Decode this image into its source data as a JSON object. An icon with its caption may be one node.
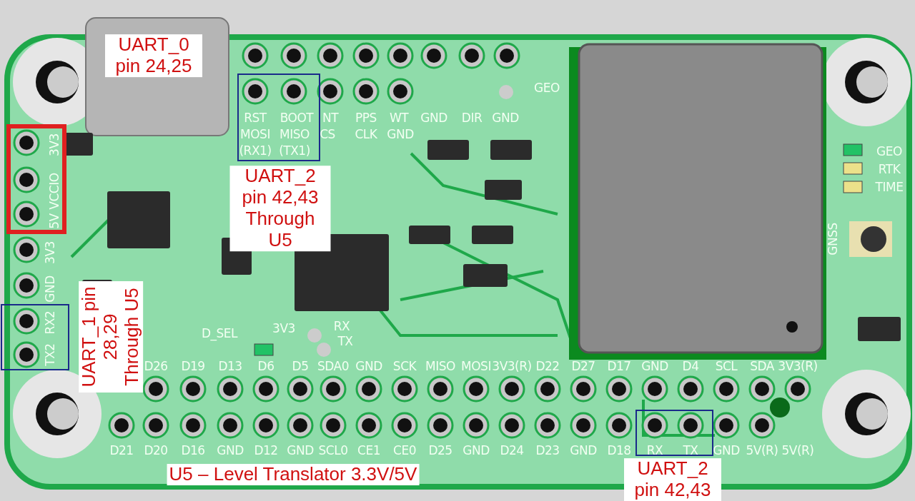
{
  "diagram": {
    "labels": [
      "UART_0 pin 24,25",
      "GEO",
      "RST",
      "BOOT",
      "NT",
      "PPS",
      "WT",
      "GND",
      "DIR",
      "GND",
      "MOSI",
      "MISO",
      "CS",
      "CLK",
      "GND",
      "(RX1)",
      "(TX1)",
      "GEO",
      "RTK",
      "TIME",
      "3V3",
      "VCCIO",
      "5V",
      "UART_2 pin 42,43 Through U5",
      "GNSS",
      "3V3",
      "GND",
      "RX2",
      "TX2",
      "UART_1 pin 28,29 Through U5",
      "D_SEL",
      "3V3",
      "RX",
      "TX",
      "D26",
      "D19",
      "D13",
      "D6",
      "D5",
      "SDA0",
      "GND",
      "SCK",
      "MISO",
      "MOSI",
      "3V3(R)",
      "D22",
      "D27",
      "D17",
      "GND",
      "D4",
      "SCL",
      "SDA",
      "3V3(R)",
      "D21",
      "D20",
      "D16",
      "GND",
      "D12",
      "GND",
      "SCL0",
      "CE1",
      "CE0",
      "D25",
      "GND",
      "D24",
      "D23",
      "GND",
      "D18",
      "RX",
      "TX",
      "GND",
      "5V(R)",
      "5V(R)",
      "U5 – Level Translator 3.3V/5V",
      "UART_2 pin 42,43"
    ]
  }
}
